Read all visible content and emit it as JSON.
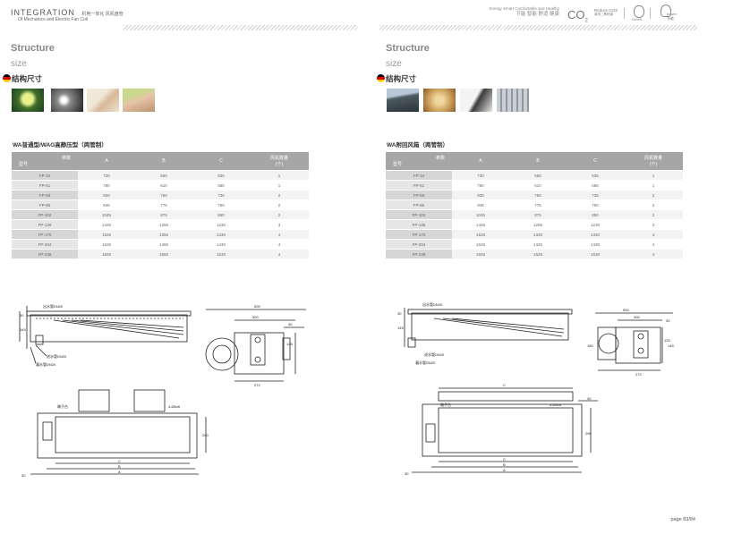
{
  "brand": {
    "name": "INTEGRATION",
    "name_cn": "机电一体化 风机盘管",
    "sub": "Of Mechanics and Electric Fan Coil"
  },
  "tagline": {
    "en": "Energy Smart Comfortable and Healthy",
    "cn": "节能 智能 舒适 健康"
  },
  "badges": {
    "co2_main": "CO",
    "co2_sub": "2",
    "co2_text_1": "Reduce CO2",
    "co2_text_2": "减排二氧化碳",
    "green": "Green",
    "power": "power",
    "power_cn": "节能"
  },
  "left": {
    "heading": "Structure",
    "subheading": "size",
    "heading_cn": "结构尺寸",
    "table_title": "WA普通型/WAG高静压型（两管制）",
    "diagram_labels": {
      "top_outlet": "出水管DN20",
      "water_in": "进水管DN20",
      "drain": "凝水管DN20",
      "terminal": "端子台",
      "holes": "4-Ø6x6",
      "dims": [
        "500",
        "300",
        "30",
        "145",
        "125",
        "272",
        "290",
        "30",
        "C",
        "B",
        "A"
      ]
    }
  },
  "right": {
    "heading": "Structure",
    "subheading": "size",
    "heading_cn": "结构尺寸",
    "table_title": "WA附回风箱（两管制）",
    "diagram_labels": {
      "top_outlet": "出水管DN20",
      "water_in": "进水管DN20",
      "drain": "凝水管DN20",
      "terminal": "端子台",
      "holes": "4-Ø6x6",
      "dims": [
        "500",
        "300",
        "30",
        "145",
        "125",
        "180",
        "272",
        "290",
        "C",
        "B",
        "A",
        "30"
      ]
    }
  },
  "table_header": {
    "param": "参数",
    "model": "型号",
    "a": "A",
    "b": "B",
    "c": "C",
    "fans_1": "风机数量",
    "fans_2": "(个)"
  },
  "table_left": [
    [
      "FP-34",
      "730",
      "560",
      "535",
      "1"
    ],
    [
      "FP-51",
      "780",
      "610",
      "585",
      "1"
    ],
    [
      "FP-68",
      "930",
      "760",
      "735",
      "2"
    ],
    [
      "FP-85",
      "945",
      "775",
      "750",
      "2"
    ],
    [
      "FP-102",
      "1045",
      "875",
      "850",
      "2"
    ],
    [
      "FP-136",
      "1425",
      "1255",
      "1230",
      "3"
    ],
    [
      "FP-170",
      "1525",
      "1355",
      "1330",
      "4"
    ],
    [
      "FP-204",
      "1625",
      "1455",
      "1430",
      "4"
    ],
    [
      "FP-238",
      "1825",
      "1655",
      "1630",
      "4"
    ]
  ],
  "table_right": [
    [
      "FP-34",
      "730",
      "560",
      "535",
      "1"
    ],
    [
      "FP-51",
      "780",
      "610",
      "585",
      "1"
    ],
    [
      "FP-68",
      "930",
      "760",
      "735",
      "2"
    ],
    [
      "FP-85",
      "945",
      "775",
      "750",
      "2"
    ],
    [
      "FP-102",
      "1045",
      "875",
      "850",
      "2"
    ],
    [
      "FP-136",
      "1425",
      "1255",
      "1230",
      "3"
    ],
    [
      "FP-170",
      "1525",
      "1325",
      "1330",
      "4"
    ],
    [
      "FP-204",
      "1625",
      "1425",
      "1430",
      "4"
    ],
    [
      "FP-238",
      "1825",
      "1625",
      "1630",
      "4"
    ]
  ],
  "page": "page 83/84",
  "colors": {
    "header_gray": "#a6a6a6",
    "flag_black": "#000000",
    "flag_red": "#dd0000",
    "flag_gold": "#ffce00"
  }
}
